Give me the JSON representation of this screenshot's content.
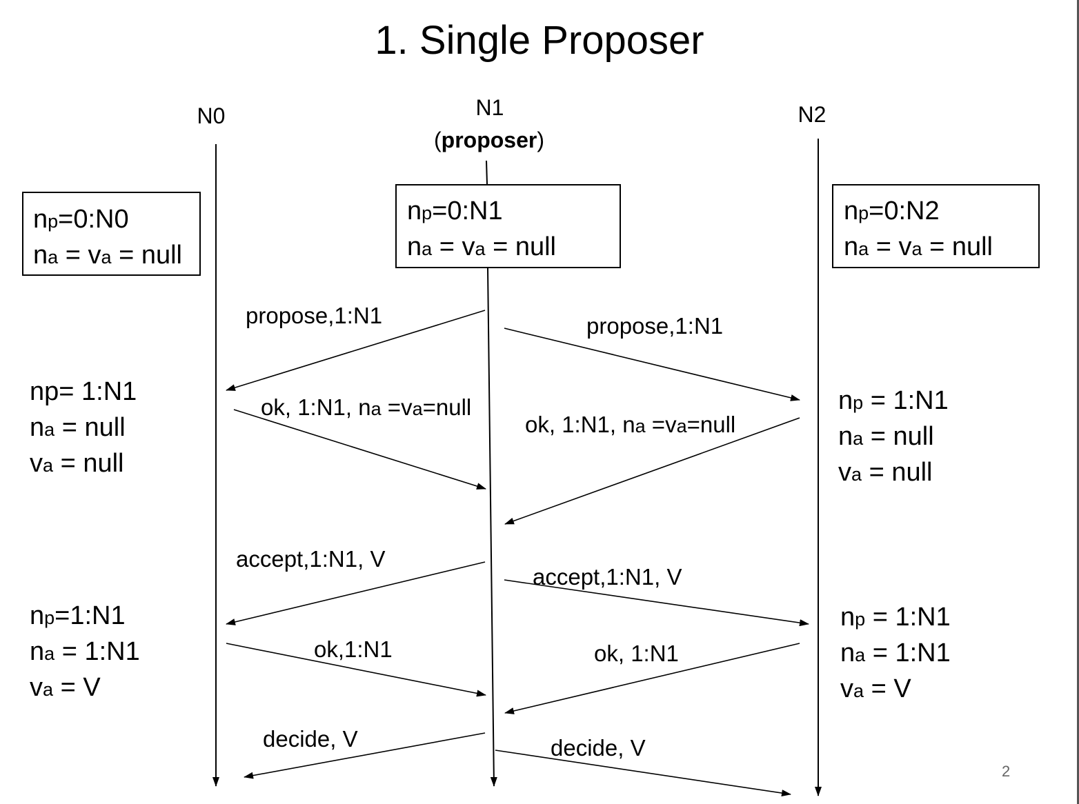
{
  "title": "1. Single Proposer",
  "page_number": "2",
  "nodes": {
    "n0": {
      "name": "N0"
    },
    "n1": {
      "name": "N1",
      "role_open": "(",
      "role": "proposer",
      "role_close": ")"
    },
    "n2": {
      "name": "N2"
    }
  },
  "boxes": {
    "n0": {
      "np_value": "=0:N0",
      "na_va_value": " = null"
    },
    "n1": {
      "np_value": "=0:N1",
      "na_va_value": " = null"
    },
    "n2": {
      "np_value": "=0:N2",
      "na_va_value": " = null"
    }
  },
  "messages": {
    "propose_left": "propose,1:N1",
    "propose_right": "propose,1:N1",
    "ok_left_prefix": "ok, 1:N1, n",
    "ok_left_suffix": " =v",
    "ok_left_tail": "=null",
    "ok_right_prefix": "ok, 1:N1, n",
    "ok_right_suffix": " =v",
    "ok_right_tail": "=null",
    "accept_left": "accept,1:N1, V",
    "accept_right": "accept,1:N1, V",
    "ok2_left": "ok,1:N1",
    "ok2_right": "ok, 1:N1",
    "decide_left": "decide, V",
    "decide_right": "decide, V"
  },
  "states": {
    "after_prepare_n0": {
      "np": "np= 1:N1",
      "na": " = null",
      "va": " = null"
    },
    "after_prepare_n2": {
      "np": " = 1:N1",
      "na": " = null",
      "va": " = null"
    },
    "after_accept_n0": {
      "np": "=1:N1",
      "na": " = 1:N1",
      "va": " = V"
    },
    "after_accept_n2": {
      "np": " = 1:N1",
      "na": " = 1:N1",
      "va": " = V"
    }
  },
  "symbols": {
    "n": "n",
    "v": "v",
    "p": "p",
    "a": "a"
  },
  "colors": {
    "line": "#000000",
    "page_number": "#666666"
  }
}
